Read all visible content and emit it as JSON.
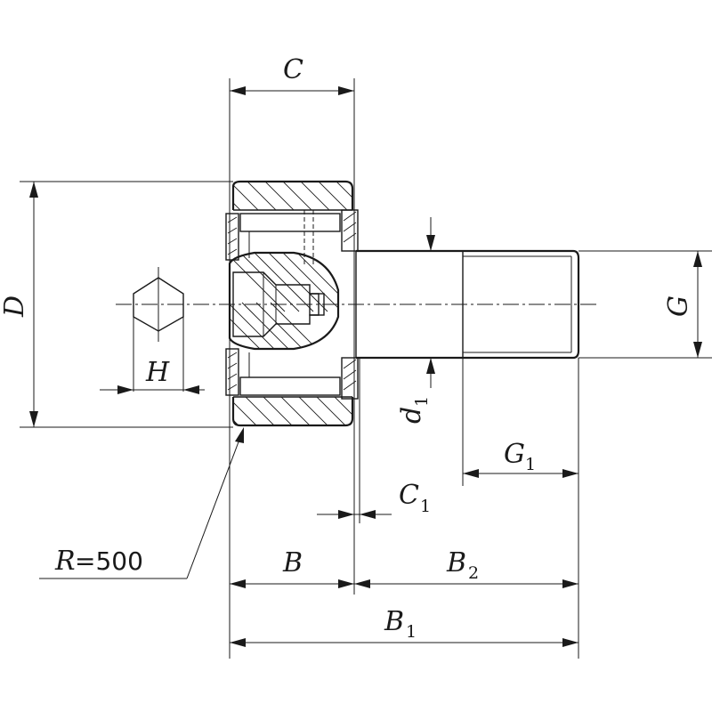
{
  "dimensions": {
    "C": {
      "label": "C"
    },
    "D": {
      "label": "D"
    },
    "H": {
      "label": "H"
    },
    "G": {
      "label": "G"
    },
    "d1": {
      "label": "d",
      "sub": "1"
    },
    "G1": {
      "label": "G",
      "sub": "1"
    },
    "C1": {
      "label": "C",
      "sub": "1"
    },
    "B": {
      "label": "B"
    },
    "B2": {
      "label": "B",
      "sub": "2"
    },
    "B1": {
      "label": "B",
      "sub": "1"
    },
    "R": {
      "label": "R",
      "value": "=500"
    }
  },
  "colors": {
    "line": "#1a1a1a",
    "background": "#ffffff"
  }
}
